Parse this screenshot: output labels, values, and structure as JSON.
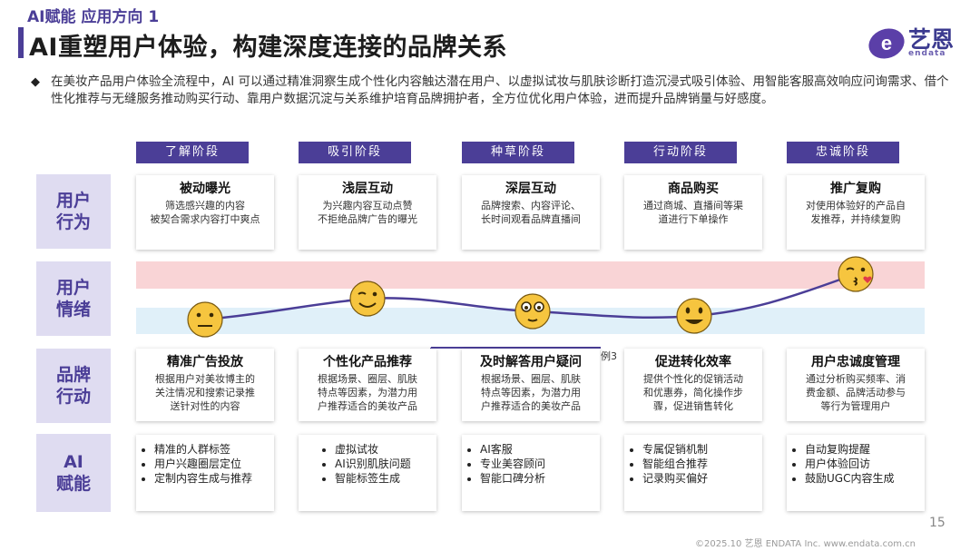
{
  "header": {
    "eyebrow": "AI赋能 应用方向 1",
    "title": "AI重塑用户体验，构建深度连接的品牌关系",
    "logo_text": "艺恩",
    "logo_sub": "endata"
  },
  "intro": {
    "bullet": "◆",
    "text": "在美妆产品用户体验全流程中，AI 可以通过精准洞察生成个性化内容触达潜在用户、以虚拟试妆与肌肤诊断打造沉浸式吸引体验、用智能客服高效响应问询需求、借个性化推荐与无缝服务推动购买行动、靠用户数据沉淀与关系维护培育品牌拥护者，全方位优化用户体验，进而提升品牌销量与好感度。"
  },
  "stages": [
    "了解阶段",
    "吸引阶段",
    "种草阶段",
    "行动阶段",
    "忠诚阶段"
  ],
  "row_labels": {
    "behavior": "用户\n行为",
    "emotion": "用户\n情绪",
    "brand": "品牌\n行动",
    "ai": "AI\n赋能"
  },
  "user_behavior": [
    {
      "title": "被动曝光",
      "desc": "筛选感兴趣的内容\n被契合需求内容打中爽点"
    },
    {
      "title": "浅层互动",
      "desc": "为兴趣内容互动点赞\n不拒绝品牌广告的曝光"
    },
    {
      "title": "深层互动",
      "desc": "品牌搜索、内容评论、\n长时间观看品牌直播间"
    },
    {
      "title": "商品购买",
      "desc": "通过商城、直播间等渠\n道进行下单操作"
    },
    {
      "title": "推广复购",
      "desc": "对使用体验好的产品自\n发推荐，并持续复购"
    }
  ],
  "emotions": [
    "neutral-face-icon",
    "wink-face-icon",
    "curious-face-icon",
    "smile-face-icon",
    "kiss-face-icon"
  ],
  "brand_actions": [
    {
      "title": "精准广告投放",
      "desc": "根据用户对美妆博主的\n关注情况和搜索记录推\n送针对性的内容"
    },
    {
      "title": "个性化产品推荐",
      "desc": "根据场景、圈层、肌肤\n特点等因素，为潜力用\n户推荐适合的美妆产品"
    },
    {
      "title": "及时解答用户疑问",
      "desc": "根据场景、圈层、肌肤\n特点等因素，为潜力用\n户推荐适合的美妆产品"
    },
    {
      "title": "促进转化效率",
      "desc": "提供个性化的促销活动\n和优惠券，简化操作步\n骤，促进销售转化"
    },
    {
      "title": "用户忠诚度管理",
      "desc": "通过分析购买频率、消\n费金额、品牌活动参与\n等行为管理用户"
    }
  ],
  "stray_text": "例3",
  "ai_enablement": [
    [
      "精准的人群标签",
      "用户兴趣圈层定位",
      "定制内容生成与推荐"
    ],
    [
      "虚拟试妆",
      "AI识别肌肤问题",
      "智能标签生成"
    ],
    [
      "AI客服",
      "专业美容顾问",
      "智能口碑分析"
    ],
    [
      "专属促销机制",
      "智能组合推荐",
      "记录购买偏好"
    ],
    [
      "自动复购提醒",
      "用户体验回访",
      "鼓励UGC内容生成"
    ]
  ],
  "page_number": "15",
  "footer": "©2025.10  艺恩 ENDATA Inc.                   www.endata.com.cn",
  "colors": {
    "accent": "#4b3e97",
    "label_bg": "#dfdcf1",
    "emoji": "#f6c53f",
    "mood_line": "#4b3e97"
  }
}
